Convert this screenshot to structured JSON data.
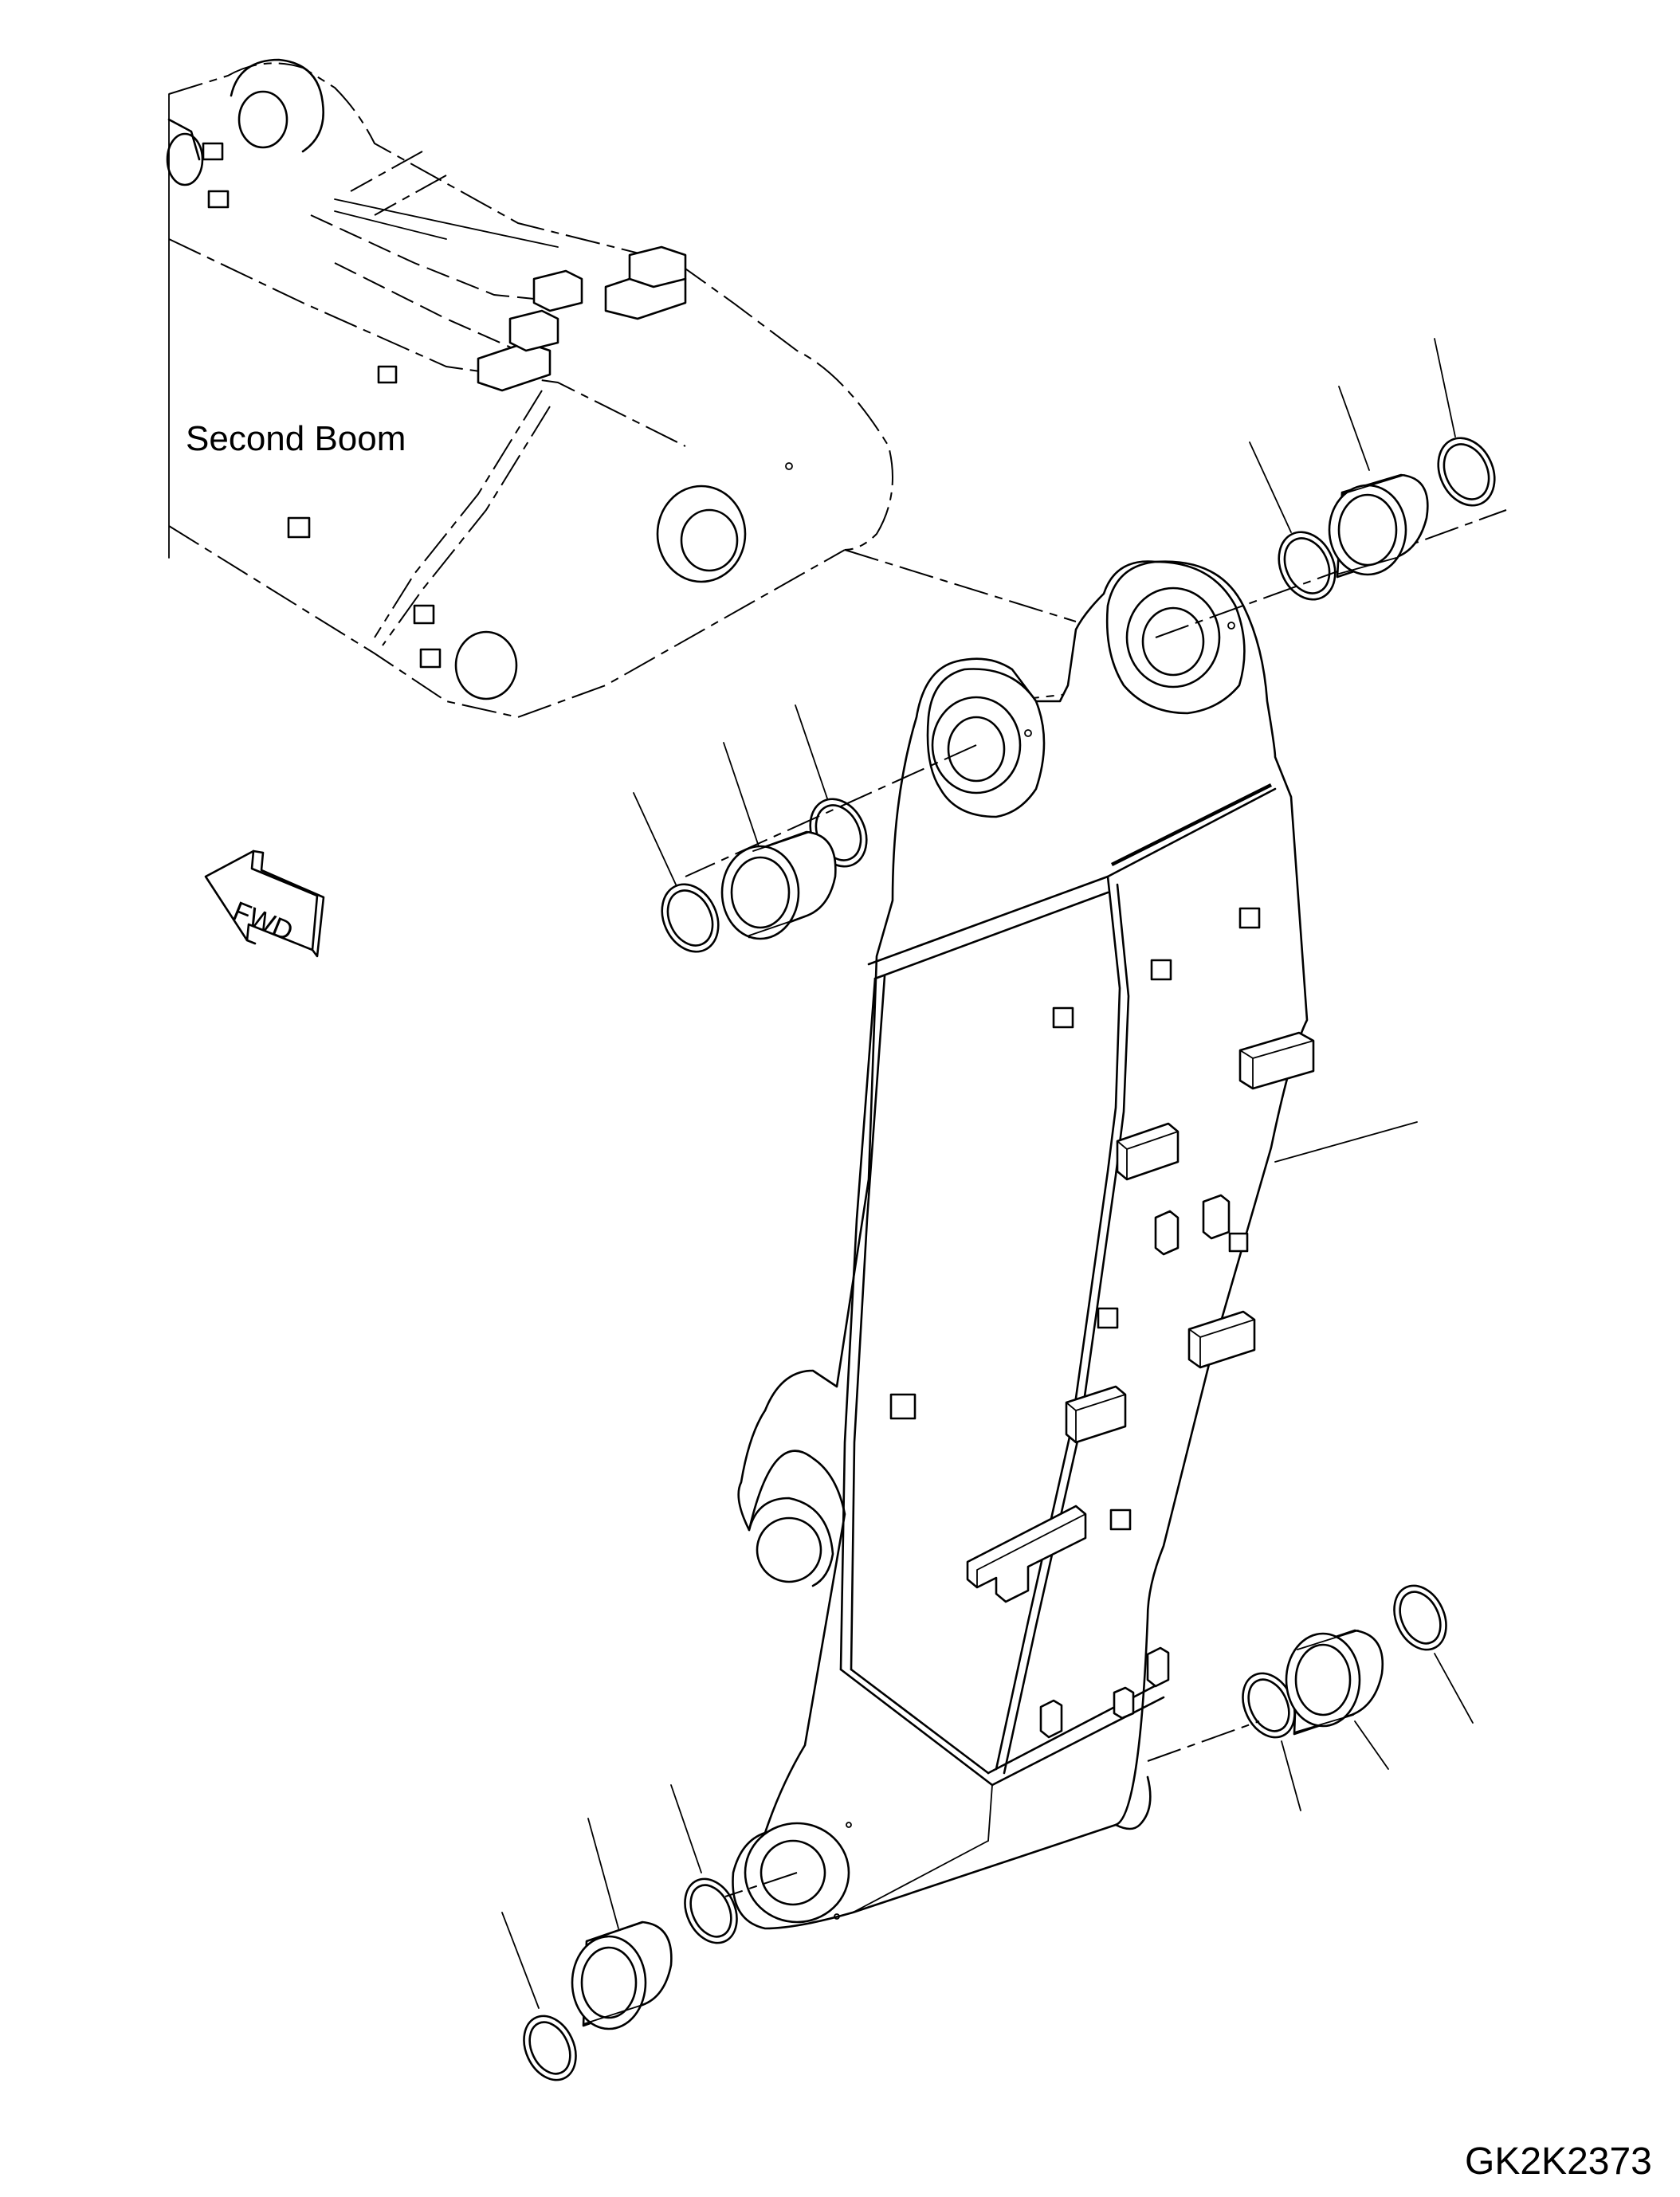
{
  "labels": {
    "second_boom": "Second Boom",
    "drawing_code": "GK2K2373",
    "direction_arrow": "FWD"
  },
  "parts": {
    "ring_icon": "ring-seal-icon",
    "bushing_icon": "bushing-icon",
    "boss_icon": "mounting-boss-icon"
  }
}
